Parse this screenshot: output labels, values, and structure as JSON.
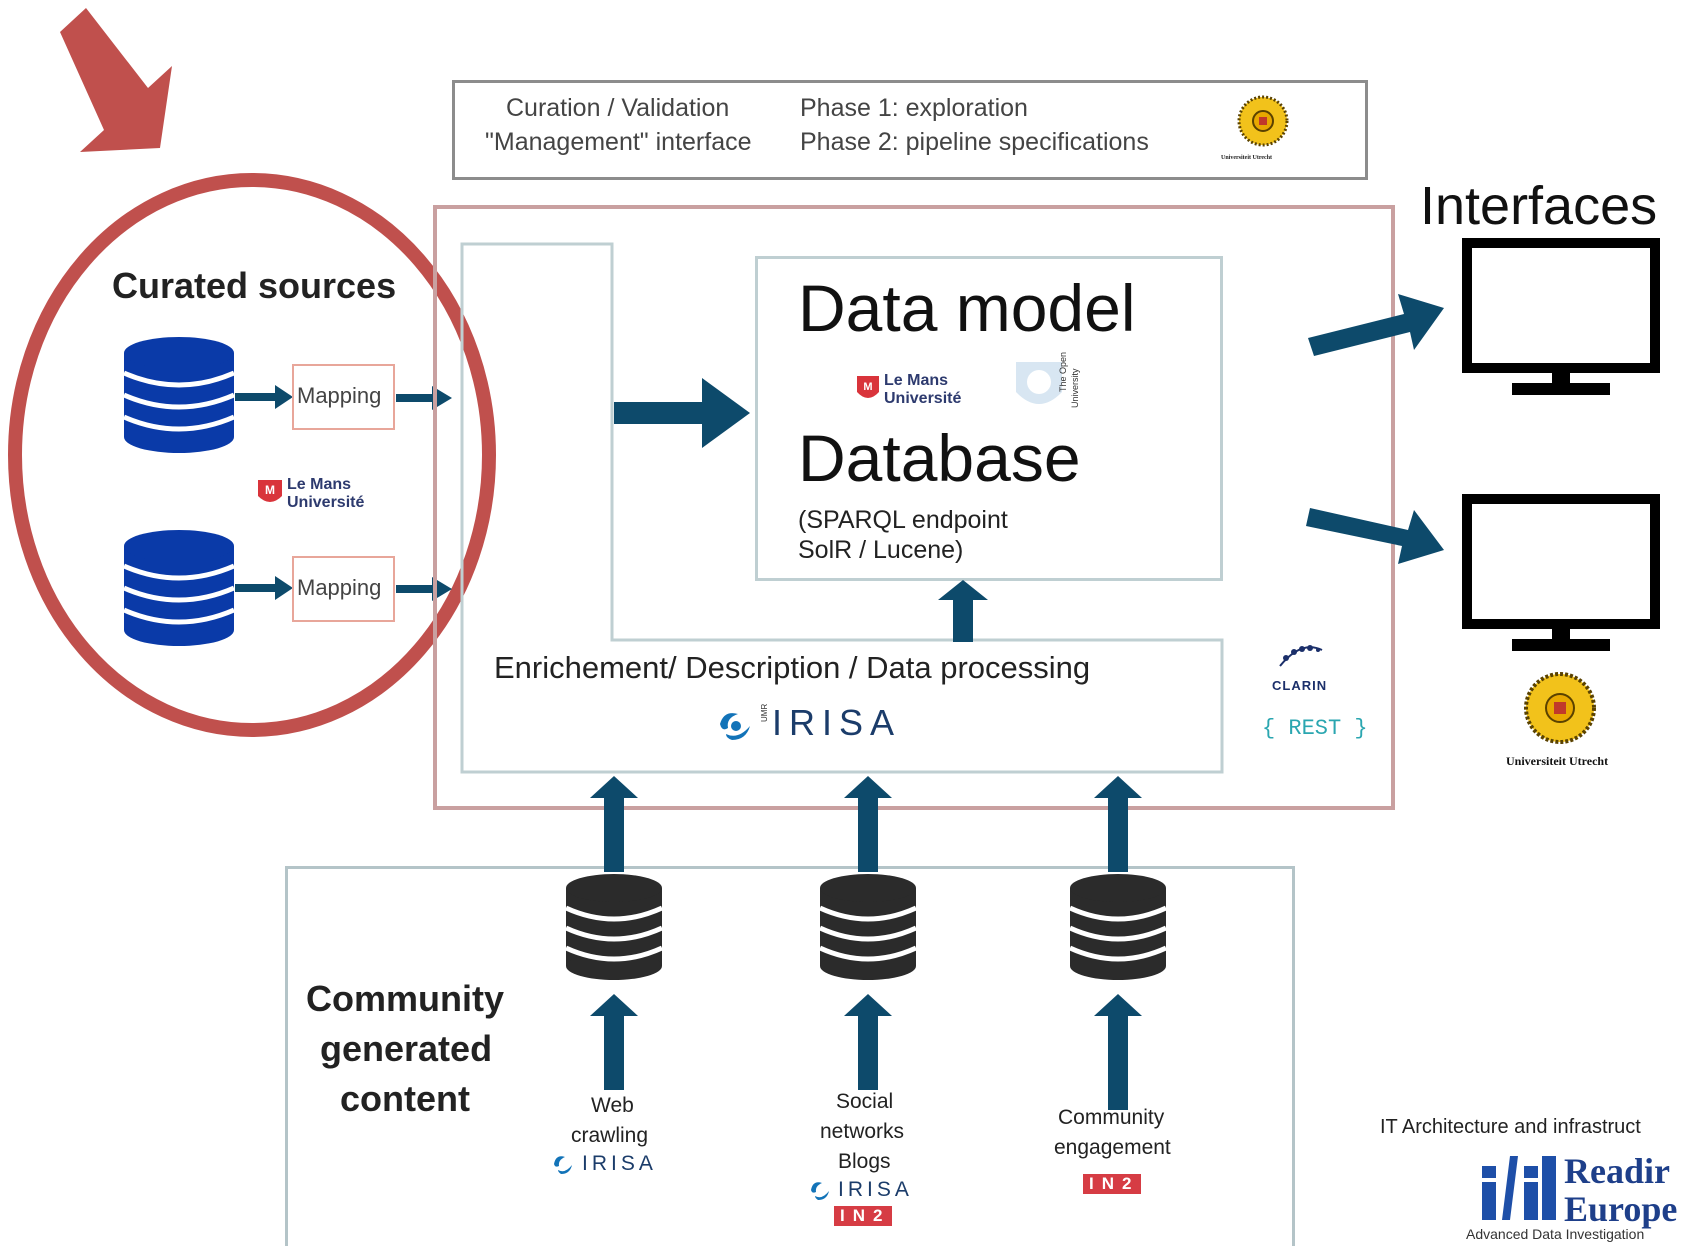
{
  "top_panel": {
    "col1_line1": "Curation / Validation",
    "col1_line2": "\"Management\" interface",
    "col2_line1": "Phase 1: exploration",
    "col2_line2": "Phase 2: pipeline specifications",
    "logo_caption": "Universiteit Utrecht"
  },
  "curated": {
    "title": "Curated sources",
    "mapping_1": "Mapping",
    "mapping_2": "Mapping",
    "logo_line1": "Le Mans",
    "logo_line2": "Université"
  },
  "core": {
    "data_model": "Data model",
    "lemans_line1": "Le Mans",
    "lemans_line2": "Université",
    "open_univ_line1": "The Open",
    "open_univ_line2": "University",
    "database": "Database",
    "db_detail_1": "(SPARQL endpoint",
    "db_detail_2": "SolR / Lucene)",
    "enrichment": "Enrichement/ Description / Data processing",
    "irisa": "IRISA",
    "umr": "UMR",
    "clarin": "CLARIN",
    "rest": "{ REST }"
  },
  "interfaces": {
    "title": "Interfaces",
    "logo_caption": "Universiteit Utrecht"
  },
  "community": {
    "title_line1": "Community",
    "title_line2": "generated",
    "title_line3": "content",
    "src1_line1": "Web",
    "src1_line2": "crawling",
    "src1_logo": "IRISA",
    "src2_line1": "Social",
    "src2_line2": "networks",
    "src2_line3": "Blogs",
    "src2_logo": "IRISA",
    "src2_logo2": "IN2",
    "src3_line1": "Community",
    "src3_line2": "engagement",
    "src3_logo": "IN2"
  },
  "footer": {
    "it_line": "IT Architecture and infrastruct",
    "brand_1": "Readir",
    "brand_2": "Europe",
    "tagline": "Advanced Data Investigation"
  },
  "colors": {
    "arrow_blue": "#0d4a6b",
    "db_blue": "#0a3aa8",
    "db_dark": "#2b2b2b",
    "red_circle": "#c0504d",
    "frame_pink": "#c9a0a0",
    "box_gray": "#9fb1b6",
    "le_mans_red": "#d9343b",
    "in2_red": "#d63c44"
  }
}
